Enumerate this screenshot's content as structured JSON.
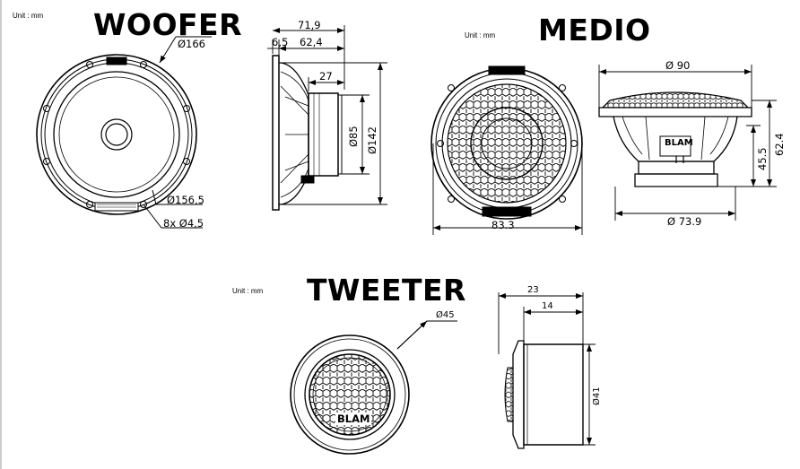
{
  "woofer": {
    "unit": "Unit : mm",
    "title": "WOOFER",
    "dia_outer": "Ø166",
    "dia_cutout": "Ø156,5",
    "holes": "8x Ø4,5",
    "depth_total": "71,9",
    "flange": "6,5",
    "depth": "62,4",
    "magnet_depth": "27",
    "magnet_dia": "Ø85",
    "frame_dia": "Ø142"
  },
  "medio": {
    "unit": "Unit : mm",
    "title": "MEDIO",
    "width": "83.3",
    "dia_top": "Ø 90",
    "dia_bottom": "Ø 73.9",
    "height_total": "62.4",
    "height_body": "45.5",
    "brand": "BLAM"
  },
  "tweeter": {
    "unit": "Unit : mm",
    "title": "TWEETER",
    "dia_outer": "Ø45",
    "depth_total": "23",
    "depth": "14",
    "dia_body": "Ø41",
    "brand": "BLAM"
  }
}
